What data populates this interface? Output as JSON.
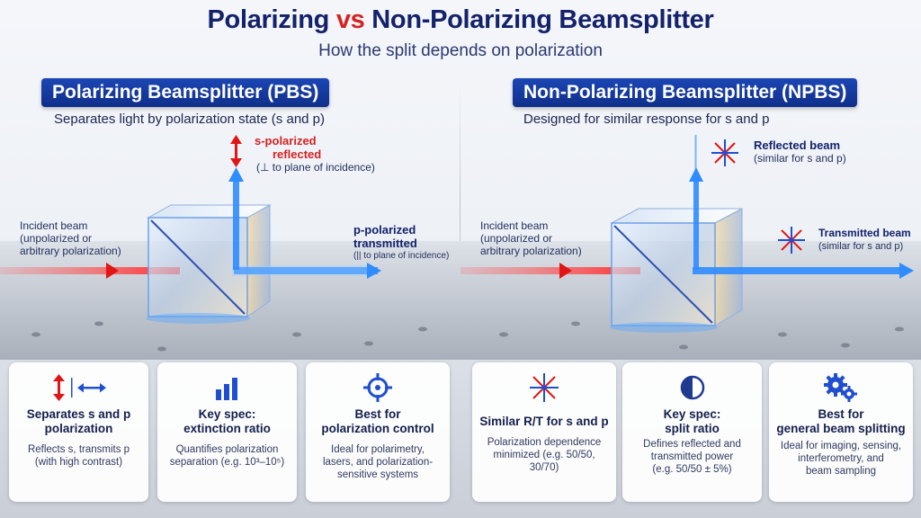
{
  "header": {
    "title_a": "Polarizing",
    "title_vs": "vs",
    "title_b": "Non-Polarizing Beamsplitter",
    "subtitle": "How the split depends on polarization"
  },
  "pbs": {
    "heading": "Polarizing Beamsplitter (PBS)",
    "subheading": "Separates light by polarization state (s and p)",
    "incident_line1": "Incident beam",
    "incident_line2": "(unpolarized or",
    "incident_line3": "arbitrary polarization)",
    "reflected_line1": "s-polarized",
    "reflected_line2": "reflected",
    "reflected_line3": "(⊥ to plane of incidence)",
    "transmitted_line1": "p-polarized",
    "transmitted_line2": "transmitted",
    "transmitted_line3": "(|| to plane of incidence)"
  },
  "npbs": {
    "heading": "Non-Polarizing Beamsplitter (NPBS)",
    "subheading": "Designed for similar response for s and p",
    "incident_line1": "Incident beam",
    "incident_line2": "(unpolarized or",
    "incident_line3": "arbitrary polarization)",
    "reflected_line1": "Reflected beam",
    "reflected_line2": "(similar for s and p)",
    "transmitted_line1": "Transmitted beam",
    "transmitted_line2": "(similar for s and p)"
  },
  "cards": [
    {
      "title_1": "Separates s and p",
      "title_2": "polarization",
      "desc_1": "Reflects s, transmits p",
      "desc_2": "(with high contrast)",
      "desc_3": "",
      "icon": "updown-leftright-arrows-icon"
    },
    {
      "title_1": "Key spec:",
      "title_2": "extinction ratio",
      "desc_1": "Quantifies polarization",
      "desc_2": "separation (e.g. 10³–10⁵)",
      "desc_3": "",
      "icon": "bar-chart-icon"
    },
    {
      "title_1": "Best for",
      "title_2": "polarization control",
      "desc_1": "Ideal for polarimetry,",
      "desc_2": "lasers, and polarization-",
      "desc_3": "sensitive systems",
      "icon": "crosshair-icon"
    },
    {
      "title_1": "Similar R/T for s and p",
      "title_2": "",
      "desc_1": "Polarization dependence",
      "desc_2": "minimized (e.g. 50/50,",
      "desc_3": "30/70)",
      "icon": "star-arrows-icon"
    },
    {
      "title_1": "Key spec:",
      "title_2": "split ratio",
      "desc_1": "Defines reflected and",
      "desc_2": "transmitted power",
      "desc_3": "(e.g. 50/50 ± 5%)",
      "icon": "half-circle-icon"
    },
    {
      "title_1": "Best for",
      "title_2": "general beam splitting",
      "desc_1": "Ideal for imaging, sensing,",
      "desc_2": "interferometry, and",
      "desc_3": "beam sampling",
      "icon": "gears-icon"
    }
  ],
  "colors": {
    "navy": "#13226b",
    "red": "#d52222",
    "blue_beam": "#2f8cff",
    "pill": "#1c46b4"
  }
}
